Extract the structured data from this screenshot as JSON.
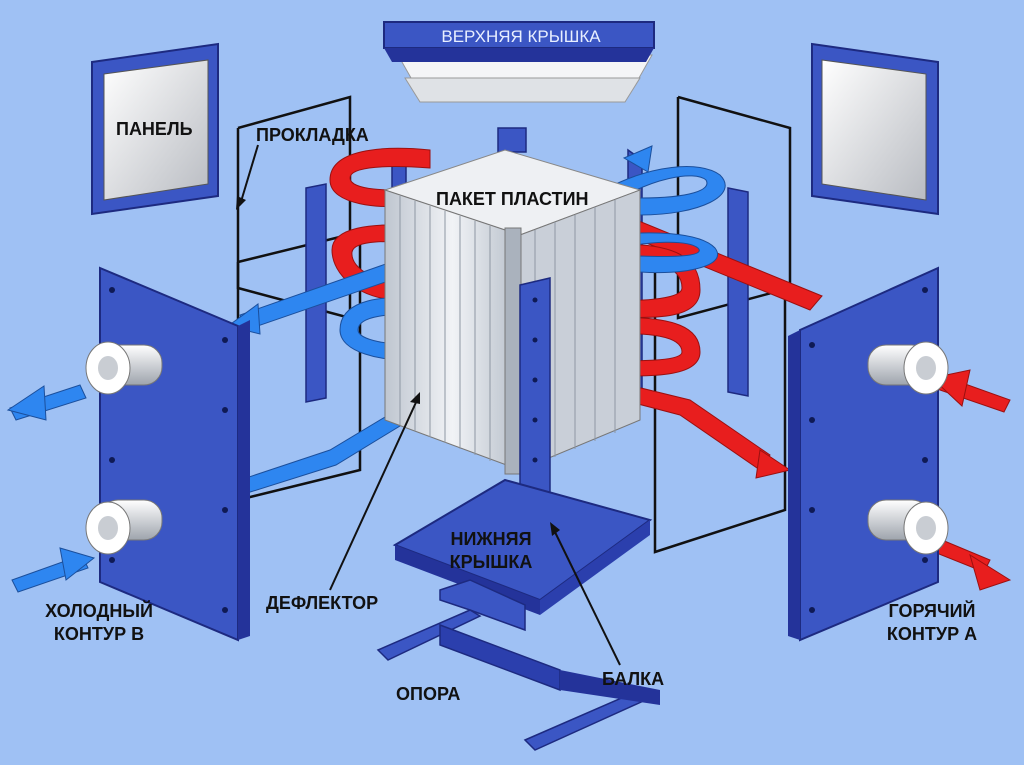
{
  "labels": {
    "top_cover": "ВЕРХНЯЯ КРЫШКА",
    "panel": "ПАНЕЛЬ",
    "gasket": "ПРОКЛАДКА",
    "plate_pack": "ПАКЕТ ПЛАСТИН",
    "bottom_cover_line1": "НИЖНЯЯ",
    "bottom_cover_line2": "КРЫШКА",
    "deflector": "ДЕФЛЕКТОР",
    "support": "ОПОРА",
    "beam": "БАЛКА",
    "cold_circuit_line1": "ХОЛОДНЫЙ",
    "cold_circuit_line2": "КОНТУР В",
    "hot_circuit_line1": "ГОРЯЧИЙ",
    "hot_circuit_line2": "КОНТУР А"
  },
  "colors": {
    "background": "#9fc1f4",
    "frame_blue": "#3b56c4",
    "frame_dark": "#24339a",
    "hot_flow": "#e81e1e",
    "cold_flow": "#2e86f0",
    "plate_grey": "#d8dde4"
  }
}
